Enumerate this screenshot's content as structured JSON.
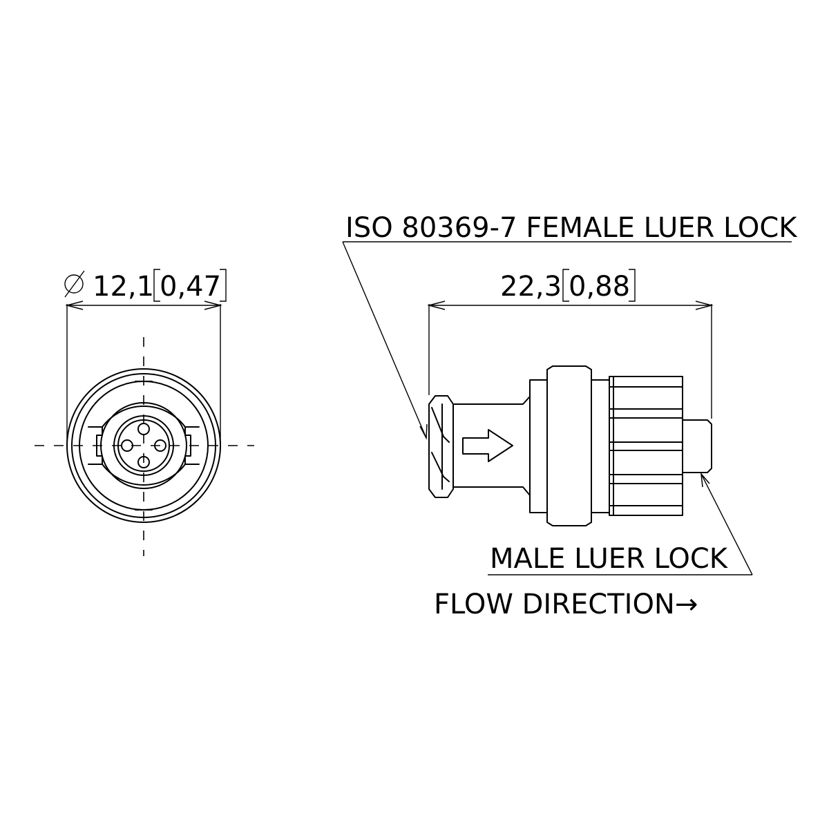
{
  "front_view": {
    "dimension_value": "12,1",
    "dimension_alt": "0,47"
  },
  "side_view": {
    "dimension_value": "22,3",
    "dimension_alt": "0,88"
  },
  "callouts": {
    "female_label": "ISO 80369-7 FEMALE LUER LOCK",
    "male_label": "MALE LUER LOCK",
    "flow_label": "FLOW DIRECTION→"
  }
}
